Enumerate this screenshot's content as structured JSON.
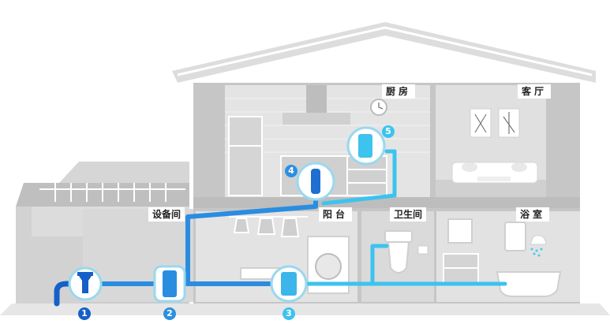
{
  "rooms": {
    "kitchen": "厨房",
    "living_room": "客厅",
    "equipment_room": "设备间",
    "balcony": "阳台",
    "toilet": "卫生间",
    "bathroom": "浴室"
  },
  "markers": [
    "1",
    "2",
    "3",
    "4",
    "5"
  ],
  "colors": {
    "pipe_main": "#2a8de0",
    "pipe_light": "#3cc3ee",
    "pipe_dark": "#1560c8",
    "wall": "#c9c9c9",
    "roof": "#e0e0e0"
  }
}
